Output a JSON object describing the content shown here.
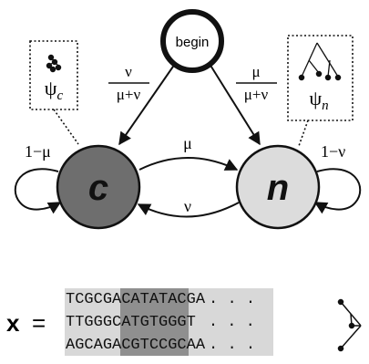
{
  "states": {
    "begin": "begin",
    "c": "c",
    "n": "n"
  },
  "transitions": {
    "begin_to_c": {
      "num": "ν",
      "den": "μ+ν"
    },
    "begin_to_n": {
      "num": "μ",
      "den": "μ+ν"
    },
    "c_self": "1−μ",
    "n_self": "1−ν",
    "c_to_n": "μ",
    "n_to_c": "ν"
  },
  "emissions": {
    "c": {
      "symbol": "ψ",
      "subscript": "c"
    },
    "n": {
      "symbol": "ψ",
      "subscript": "n"
    }
  },
  "alignment": {
    "label": "x",
    "equals": "=",
    "rows": [
      {
        "left": "TCGC",
        "mid": "GACAT",
        "right": "ATACGA",
        "dots": ". . ."
      },
      {
        "left": "TTGG",
        "mid": "GCATG",
        "right": "TGGGT",
        "dots": ". . ."
      },
      {
        "left": "AGCA",
        "mid": "GACGT",
        "right": "CCGCAA",
        "dots": ". . ."
      }
    ]
  },
  "colors": {
    "state_c_fill": "#6e6e6e",
    "state_n_fill": "#dcdcdc",
    "alignment_light": "#d8d8d8",
    "alignment_dark": "#8f8f8f"
  }
}
